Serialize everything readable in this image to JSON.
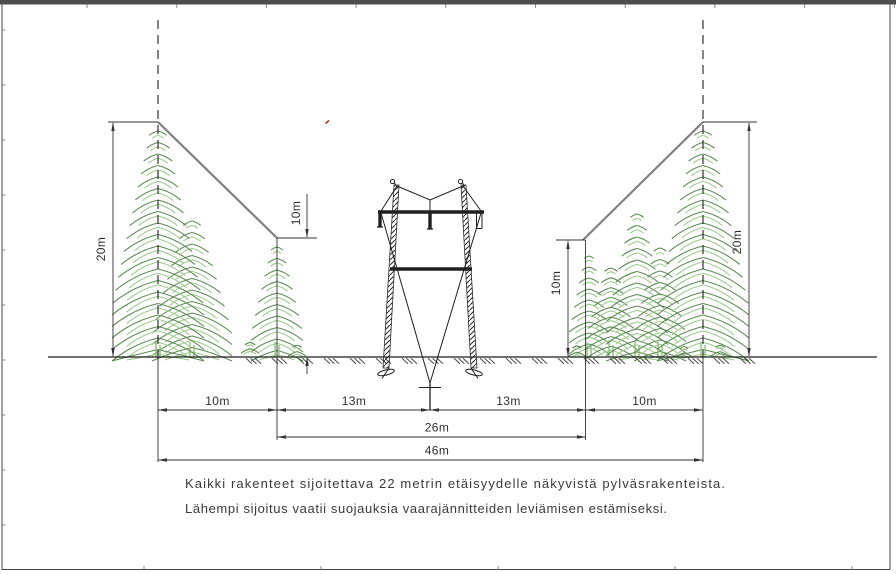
{
  "dimensions": {
    "heights": {
      "left_tree": "20m",
      "left_clearance": "10m",
      "right_clearance": "10m",
      "right_tree": "20m"
    },
    "row1": [
      "10m",
      "13m",
      "13m",
      "10m"
    ],
    "row2": "26m",
    "row3": "46m"
  },
  "notes": {
    "line1": "Kaikki rakenteet sijoitettava 22 metrin etäisyydelle näkyvistä pylväsrakenteista.",
    "line2": "Lähempi sijoitus vaatii suojauksia vaarajännitteiden leviämisen estämiseksi."
  },
  "colors": {
    "tree_dark": "#5b8a52",
    "tree_light": "#9ccb8c",
    "trunk": "#8cbf77",
    "clearance_line": "#808080",
    "ink": "#1f1f1f",
    "dim": "#333333",
    "red_mark": "#b03333",
    "frame": "#4d4d4d"
  }
}
